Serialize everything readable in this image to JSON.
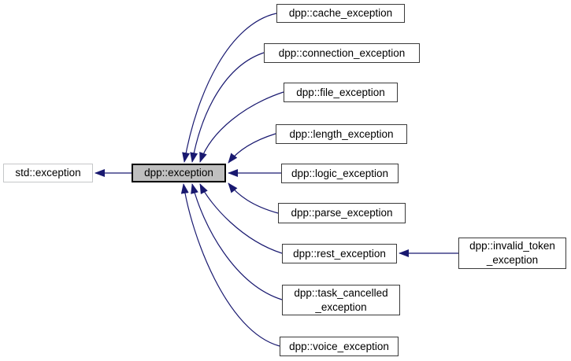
{
  "colors": {
    "arrow": "#191970",
    "current_node_fill": "#bfbfbf",
    "node_border": "#3a3a3a",
    "external_node_border": "#c5c7c9"
  },
  "nodes": {
    "std_exception": {
      "label": "std::exception"
    },
    "dpp_exception": {
      "label": "dpp::exception"
    },
    "cache_exception": {
      "label": "dpp::cache_exception"
    },
    "connection_exception": {
      "label": "dpp::connection_exception"
    },
    "file_exception": {
      "label": "dpp::file_exception"
    },
    "length_exception": {
      "label": "dpp::length_exception"
    },
    "logic_exception": {
      "label": "dpp::logic_exception"
    },
    "parse_exception": {
      "label": "dpp::parse_exception"
    },
    "rest_exception": {
      "label": "dpp::rest_exception"
    },
    "task_cancelled_exception": {
      "lines": [
        "dpp::task_cancelled",
        "_exception"
      ]
    },
    "voice_exception": {
      "label": "dpp::voice_exception"
    },
    "invalid_token_exception": {
      "lines": [
        "dpp::invalid_token",
        "_exception"
      ]
    }
  }
}
